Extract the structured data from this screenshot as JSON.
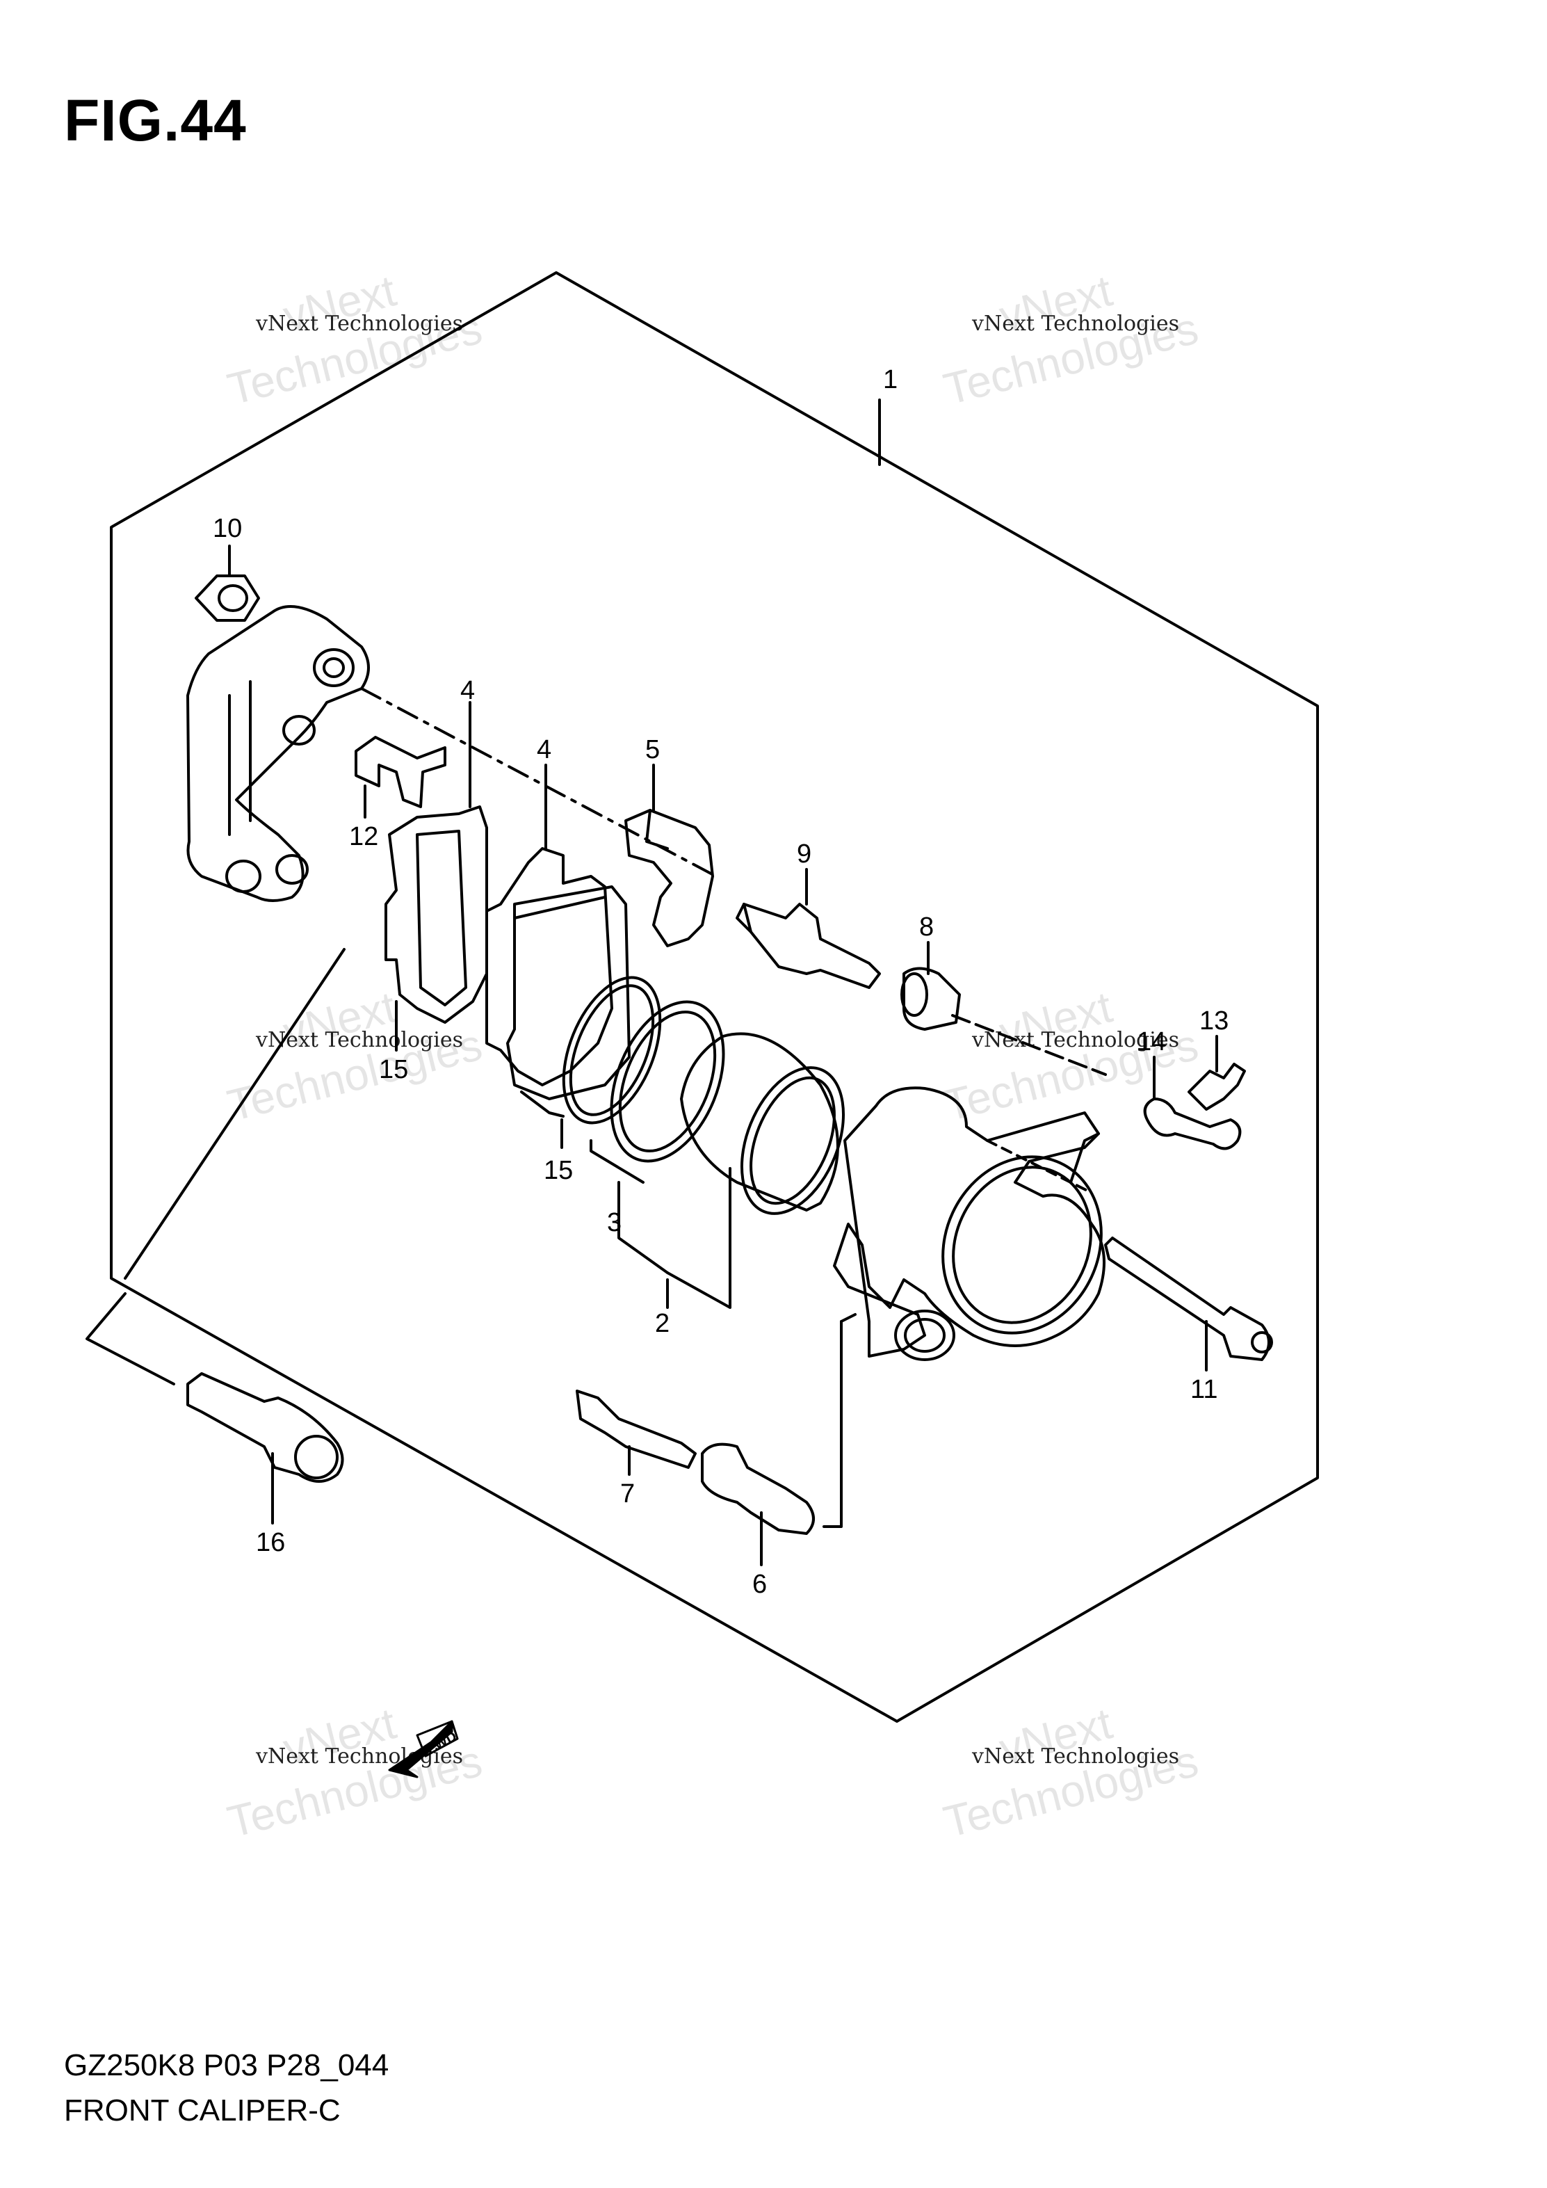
{
  "figure": {
    "title": "FIG.44",
    "model_code": "GZ250K8 P03 P28_044",
    "name": "FRONT CALIPER-C"
  },
  "watermark": {
    "small": "vNext Technologies",
    "big_top": "vNext",
    "big_bottom": "Technologies"
  },
  "direction_marker": "FWD",
  "callouts": [
    "1",
    "2",
    "3",
    "4",
    "4",
    "5",
    "6",
    "7",
    "8",
    "9",
    "10",
    "11",
    "12",
    "13",
    "14",
    "15",
    "15",
    "16"
  ]
}
